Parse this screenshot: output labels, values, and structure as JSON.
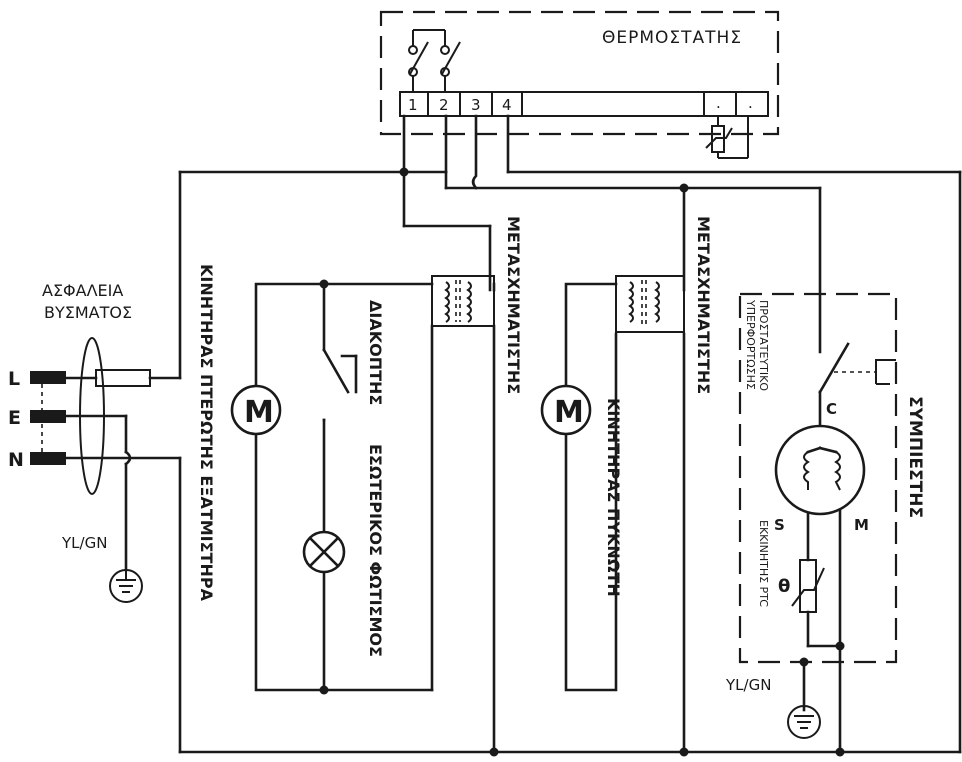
{
  "thermostat": {
    "title": "ΘΕΡΜΟΣΤΑΤΗΣ",
    "terminals": [
      "1",
      "2",
      "3",
      "4"
    ],
    "sensor_terminals": [
      ".",
      "."
    ]
  },
  "plug": {
    "fuse_label_line1": "ΑΣΦΑΛΕΙΑ",
    "fuse_label_line2": "ΒΥΣΜΑΤΟΣ",
    "line_l": "L",
    "line_e": "E",
    "line_n": "N",
    "earth_label": "YL/GN"
  },
  "evaporator_fan": {
    "motor_symbol": "M",
    "label": "ΚΙΝΗΤΗΡΑΣ ΠΤΕΡΩΤΗΣ ΕΞΑΤΜΙΣΤΗΡΑ"
  },
  "switch": {
    "label": "ΔΙΑΚΟΠΤΗΣ"
  },
  "interior_light": {
    "label": "ΕΣΩΤΕΡΙΚΟΣ ΦΩΤΙΣΜΟΣ"
  },
  "transformer_1": {
    "label": "ΜΕΤΑΣΧΗΜΑΤΙΣΤΗΣ"
  },
  "condenser_fan": {
    "motor_symbol": "M",
    "label": "ΚΙΝΗΤΗΡΑΣ ΠΥΚΝΩΤΗ"
  },
  "transformer_2": {
    "label": "ΜΕΤΑΣΧΗΜΑΤΙΣΤΗΣ"
  },
  "compressor": {
    "label": "ΣΥΜΠΙΕΣΤΗΣ",
    "overload_line1": "ΠΡΟΣΤΑΤΕΥΤΙΚΟ",
    "overload_line2": "ΥΠΕΡΦΟΡΤΩΣΗΣ",
    "terminal_c": "C",
    "terminal_s": "S",
    "terminal_m": "M",
    "ptc_symbol": "θ",
    "ptc_label": "ΕΚΚΙΝΗΤΗΣ PTC",
    "earth_label": "YL/GN"
  }
}
